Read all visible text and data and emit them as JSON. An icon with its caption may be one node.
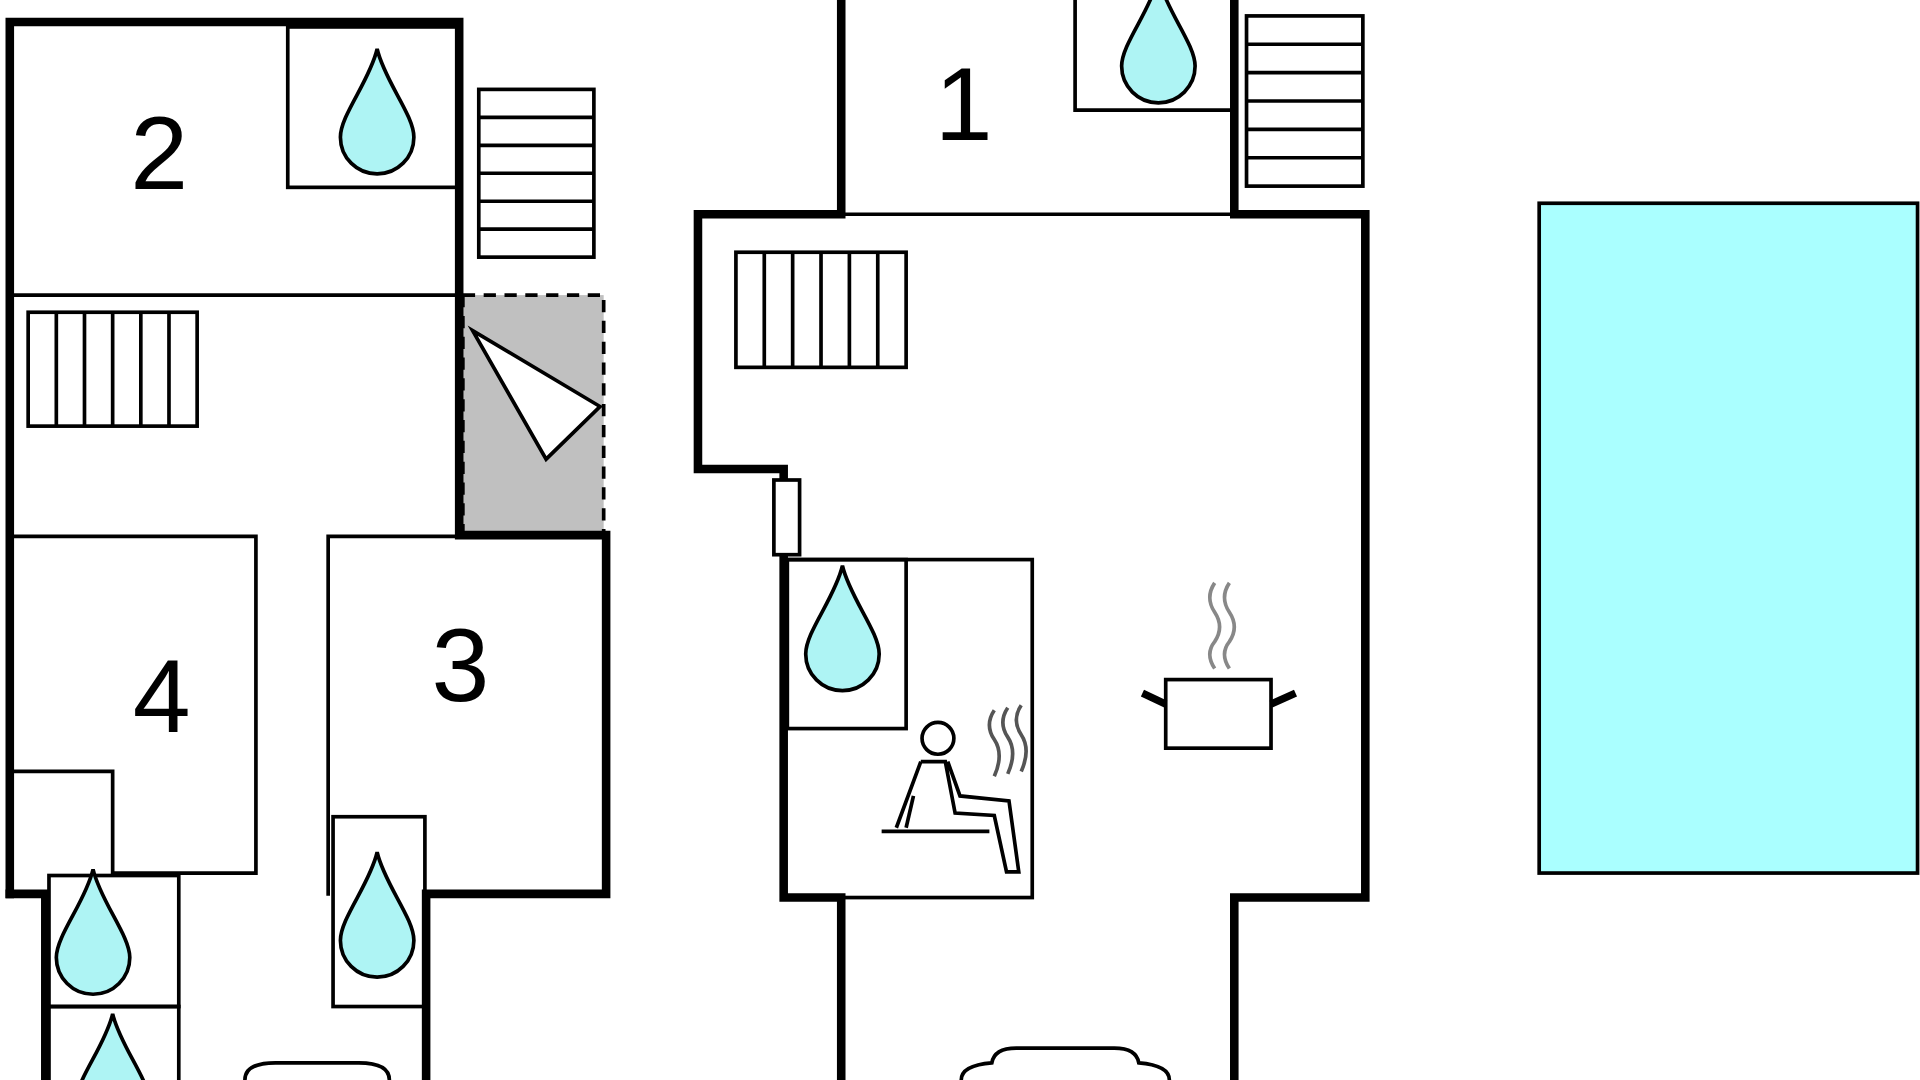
{
  "diagram": {
    "nodes": [
      {
        "text": [],
        "shape": "box"
      }
    ],
    "labels": [
      "2",
      "1",
      "4",
      "3"
    ]
  }
}
